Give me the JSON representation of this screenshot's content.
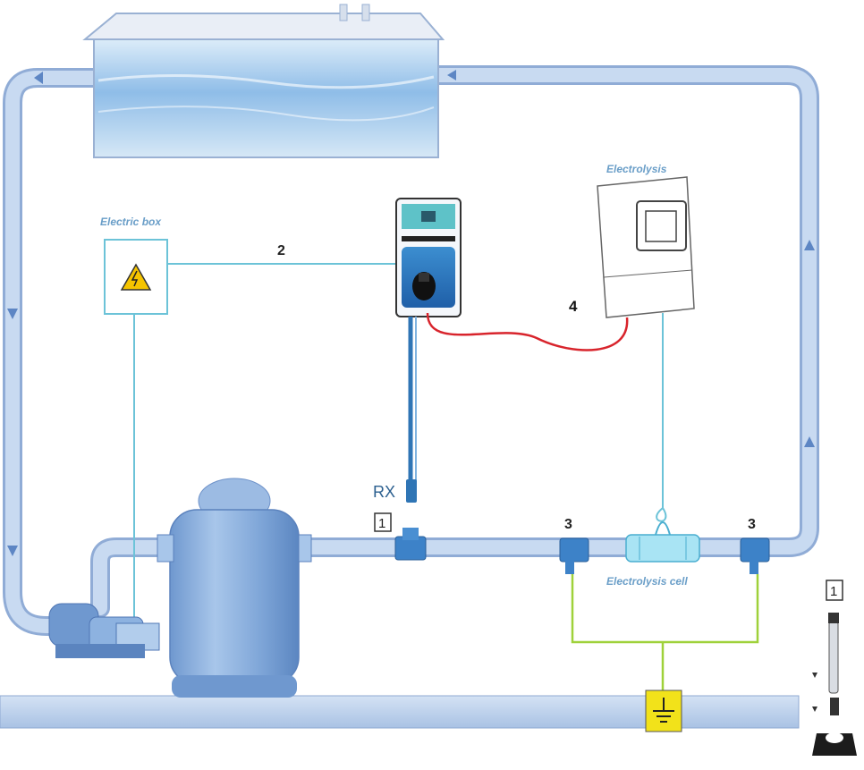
{
  "labels": {
    "electric_box": "Electric box",
    "electrolysis": "Electrolysis",
    "electrolysis_cell": "Electrolysis cell",
    "rx": "RX",
    "conn_2": "2",
    "conn_4": "4",
    "marker_1_probe": "1",
    "marker_1_legend": "1",
    "marker_3_left": "3",
    "marker_3_right": "3"
  },
  "colors": {
    "pipe": "#b9cdea",
    "pipe_edge": "#90acd6",
    "water": "#8fbde8",
    "signal_line": "#6cc3d8",
    "power_cable": "#d8242c",
    "ground_wire": "#9fd13a",
    "ground_box": "#f2e21a",
    "label_blue": "#6a9ec8",
    "warning": "#f5c400"
  },
  "icons": {
    "warning": "warning-triangle-icon",
    "ground": "ground-symbol-icon",
    "flow": "flow-arrow-icon"
  }
}
